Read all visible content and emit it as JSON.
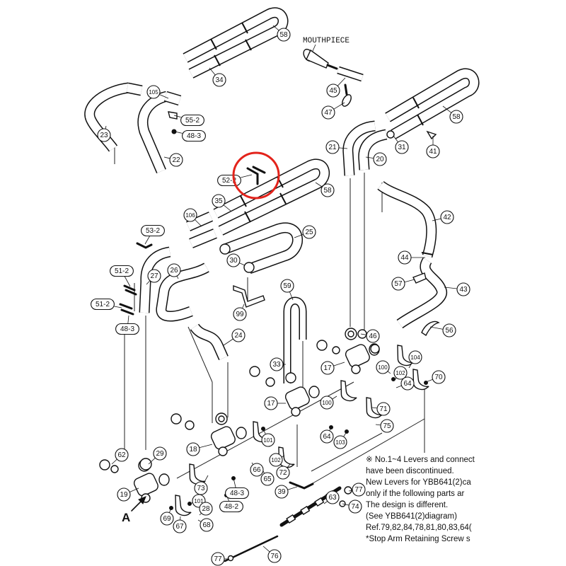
{
  "colors": {
    "highlight": "#e3231b",
    "ink": "#111111",
    "background": "#ffffff"
  },
  "mouthpiece_label": "MOUTHPIECE",
  "view_marker": "A",
  "callouts": [
    "58",
    "34",
    "105",
    "55-2",
    "48-3",
    "23",
    "22",
    "45",
    "47",
    "58",
    "21",
    "31",
    "41",
    "20",
    "52-2",
    "58",
    "35",
    "106",
    "53-2",
    "25",
    "42",
    "44",
    "30",
    "26",
    "27",
    "51-2",
    "57",
    "43",
    "59",
    "51-2",
    "99",
    "48-3",
    "24",
    "56",
    "46",
    "104",
    "33",
    "17",
    "100",
    "70",
    "102",
    "64",
    "17",
    "100",
    "71",
    "64",
    "103",
    "75",
    "101",
    "18",
    "29",
    "62",
    "102",
    "66",
    "72",
    "65",
    "73",
    "48-3",
    "39",
    "77",
    "19",
    "63",
    "101",
    "74",
    "48-2",
    "28",
    "69",
    "67",
    "68",
    "76",
    "77"
  ],
  "note": {
    "lines": [
      "※ No.1~4  Levers and connect",
      "have been discontinued.",
      "New Levers for YBB641(2)ca",
      "only if the following parts ar",
      "The design is different.",
      "(See YBB641(2)diagram)",
      "Ref.79,82,84,78,81,80,83,64(",
      "*Stop Arm Retaining Screw s"
    ]
  }
}
